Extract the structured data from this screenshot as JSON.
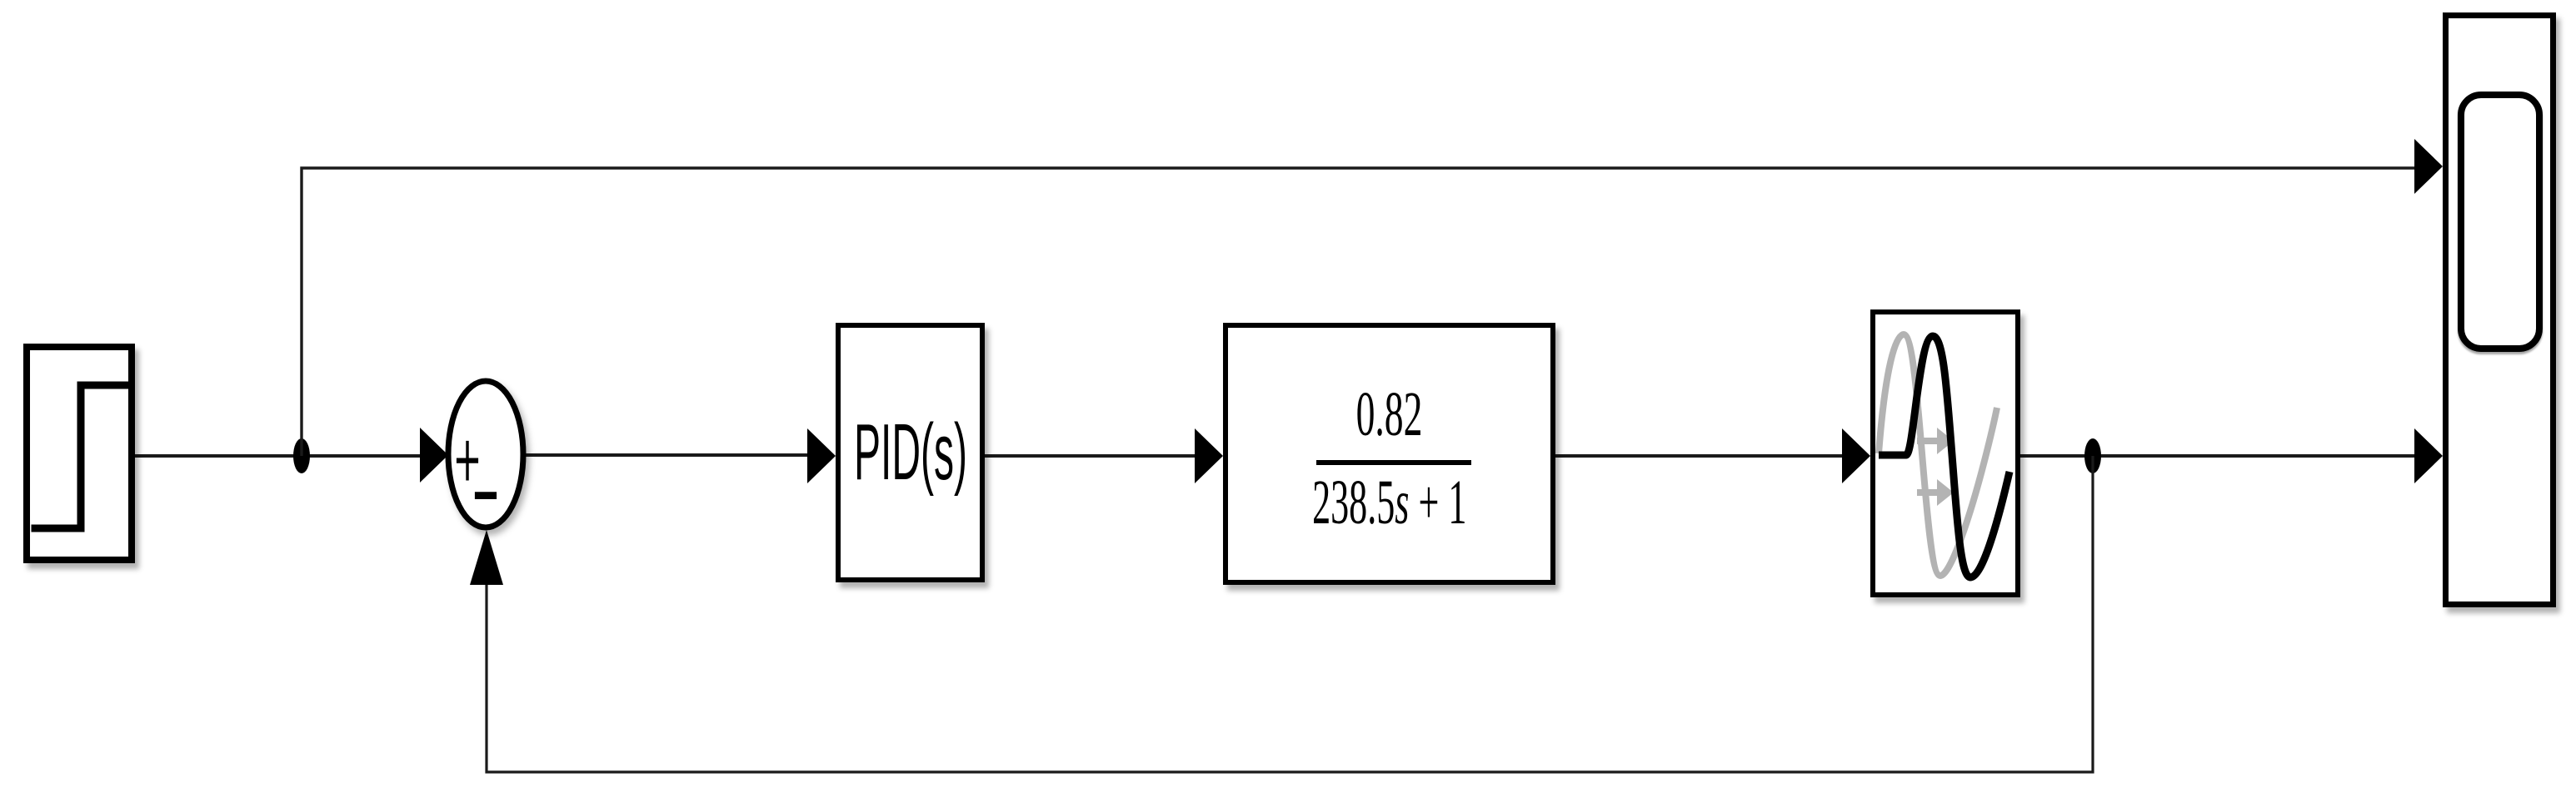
{
  "colors": {
    "background": "#ffffff",
    "wire": "#1a1a1a",
    "block_border": "#000000",
    "delayed_signal_gray": "#b3b3b3"
  },
  "blocks": {
    "step": {
      "icon": "step-signal-icon"
    },
    "sum": {
      "plus": "+",
      "minus": "−"
    },
    "pid": {
      "label": "PID(s)"
    },
    "transfer_fcn": {
      "numerator": "0.82",
      "den_coeff": "238.5",
      "den_var": "s",
      "den_tail": " + 1"
    },
    "transport_delay": {
      "icon": "delayed-sine-icon"
    },
    "scope": {
      "icon": "scope-screen-icon",
      "inputs": 2
    }
  }
}
